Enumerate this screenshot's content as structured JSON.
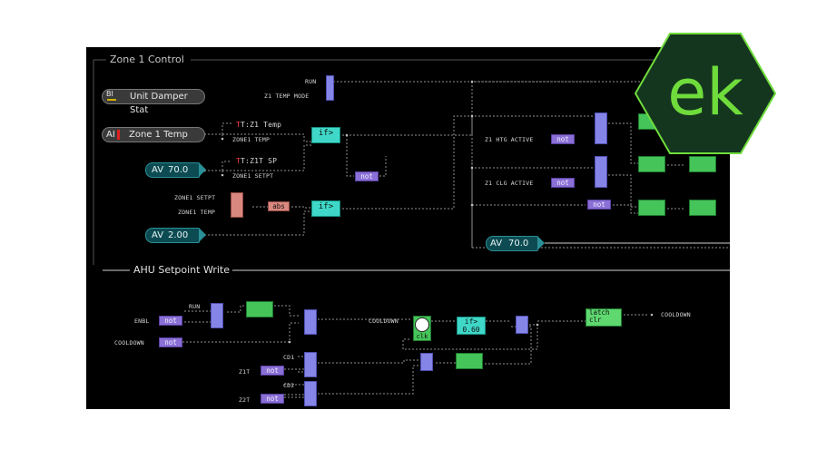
{
  "section_titles": {
    "zone": "Zone 1 Control",
    "ahu": "AHU Setpoint Write"
  },
  "points": {
    "bi_damper": {
      "type": "BI",
      "name": "Unit Damper Stat"
    },
    "ai_zone_temp": {
      "type": "AI",
      "name": "Zone 1 Temp"
    },
    "av_setpoint": {
      "type": "AV",
      "value": "70.0"
    },
    "av_deadband": {
      "type": "AV",
      "value": "2.00"
    },
    "av_right": {
      "type": "AV",
      "value": "70.0"
    }
  },
  "tags": {
    "t_z1_temp": "T:Z1 Temp",
    "zone1_temp": "ZONE1 TEMP",
    "t_z1t_sp": "T:Z1T SP",
    "zone1_setpt": "ZONE1 SETPT",
    "zone1_setpt2": "ZONE1 SETPT",
    "zone1_temp2": "ZONE1 TEMP",
    "run": "RUN",
    "z1_temp_mode": "Z1 TEMP MODE",
    "z1_htg_active": "Z1 HTG ACTIVE",
    "z1_clg_active": "Z1 CLG ACTIVE",
    "run2": "RUN",
    "enbl": "ENBL",
    "cooldown_in": "COOLDOWN",
    "cooldown_mid": "COOLDOWN",
    "cooldown_out": "COOLDOWN",
    "cd1": "CD1",
    "cd2": "CD2",
    "z1t": "Z1T",
    "z2t": "Z2T"
  },
  "blocks": {
    "not": "not",
    "if_gt": "if>",
    "abs": "abs",
    "if_val": "0.60",
    "latch": "latch",
    "clr": "clr",
    "clk": "clk"
  },
  "logo": {
    "text": "ek"
  },
  "colors": {
    "canvas": "#000000",
    "wire": "#9a9a9a",
    "logo_green": "#6fdc3c",
    "logo_fill": "#14361e"
  }
}
